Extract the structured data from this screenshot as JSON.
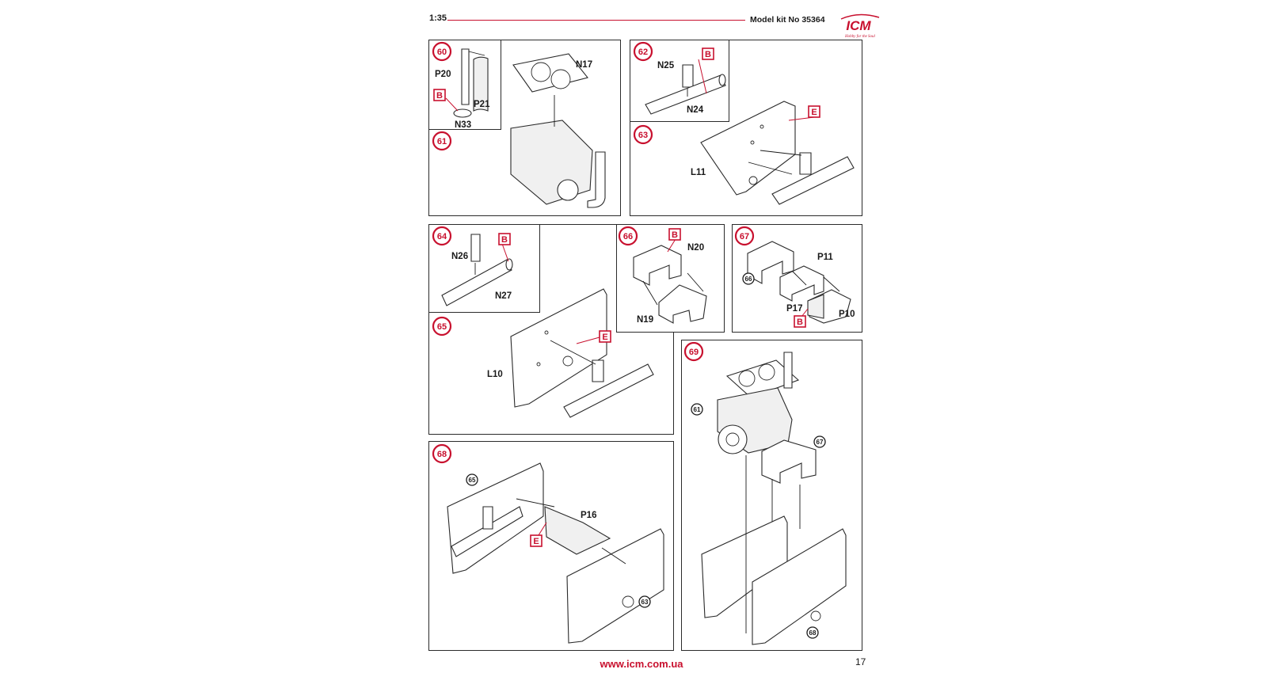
{
  "header": {
    "scale": "1:35",
    "kit": "Model kit No 35364"
  },
  "logo": {
    "text": "ICM",
    "slogan": "Hobby for the Soul"
  },
  "footer": {
    "url": "www.icm.com.ua",
    "page": "17"
  },
  "steps": [
    "60",
    "61",
    "62",
    "63",
    "64",
    "65",
    "66",
    "67",
    "68",
    "69"
  ],
  "refs": {
    "r66": "66",
    "r61": "61",
    "r67": "67",
    "r65": "65",
    "r63": "63",
    "r68": "68"
  },
  "paint_codes": {
    "B": "B",
    "E": "E"
  },
  "parts": {
    "p20": "P20",
    "p21": "P21",
    "n33": "N33",
    "n17": "N17",
    "n25": "N25",
    "n24": "N24",
    "l11": "L11",
    "n26": "N26",
    "n27": "N27",
    "l10": "L10",
    "n20": "N20",
    "n19": "N19",
    "p11": "P11",
    "p17": "P17",
    "p10": "P10",
    "p16": "P16"
  },
  "colors": {
    "accent": "#c8102e",
    "line": "#2b2b2b"
  }
}
